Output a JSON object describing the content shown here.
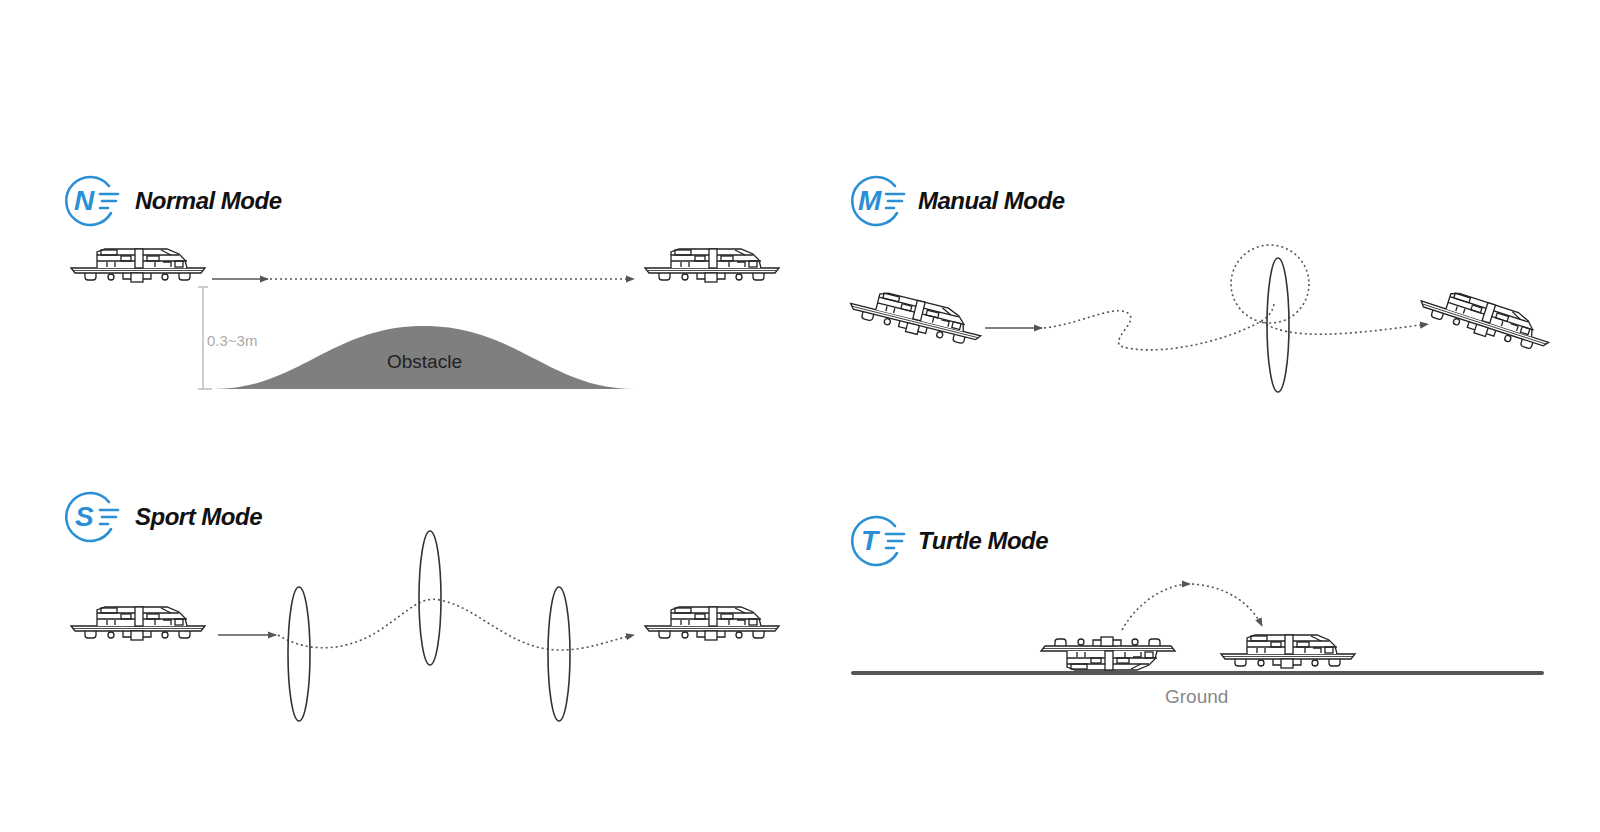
{
  "diagram": {
    "nodes": [
      {
        "text": [
          "Obstacle"
        ]
      }
    ],
    "labels": [
      "N",
      "Normal Mode",
      "0.3~3m",
      "M",
      "Manual Mode",
      "S",
      "Sport Mode",
      "T",
      "Turtle Mode",
      "Ground"
    ]
  }
}
